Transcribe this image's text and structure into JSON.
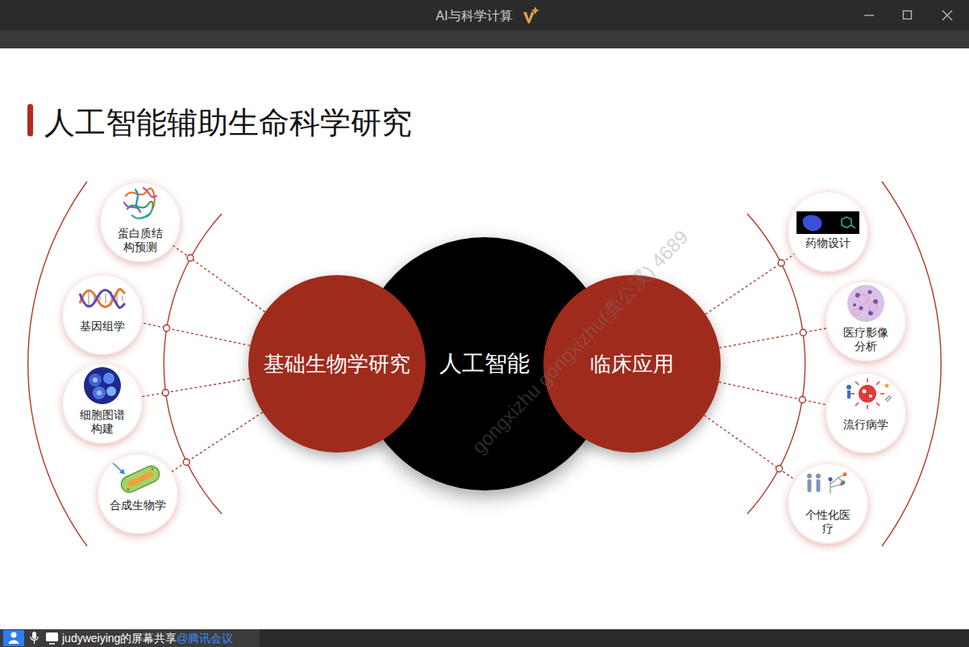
{
  "diagram": {
    "title": "人工智能辅助生命科学研究",
    "nodes": [
      {
        "text": [
          "蛋白质结构预测"
        ]
      },
      {
        "text": [
          "基因组学"
        ]
      },
      {
        "text": [
          "细胞图谱构建"
        ]
      },
      {
        "text": [
          "合成生物学"
        ]
      },
      {
        "text": [
          "基础生物学研究"
        ]
      },
      {
        "text": [
          "人工智能"
        ]
      },
      {
        "text": [
          "临床应用"
        ]
      },
      {
        "text": [
          "药物设计"
        ]
      },
      {
        "text": [
          "医疗影像分析"
        ]
      },
      {
        "text": [
          "流行病学"
        ]
      },
      {
        "text": [
          "个性化医疗"
        ]
      }
    ],
    "edges": [
      {
        "from": 4,
        "to": 0,
        "arrow": "none"
      },
      {
        "from": 4,
        "to": 1,
        "arrow": "none"
      },
      {
        "from": 4,
        "to": 2,
        "arrow": "none"
      },
      {
        "from": 4,
        "to": 3,
        "arrow": "none"
      },
      {
        "from": 6,
        "to": 7,
        "arrow": "none"
      },
      {
        "from": 6,
        "to": 8,
        "arrow": "none"
      },
      {
        "from": 6,
        "to": 9,
        "arrow": "none"
      },
      {
        "from": 6,
        "to": 10,
        "arrow": "none"
      }
    ],
    "labels": [
      "AI与科学计算",
      "gongxizhu gongxizhu(龚公溪) 4689",
      "judyweiying的屏幕共享",
      "@腾讯会议"
    ]
  }
}
